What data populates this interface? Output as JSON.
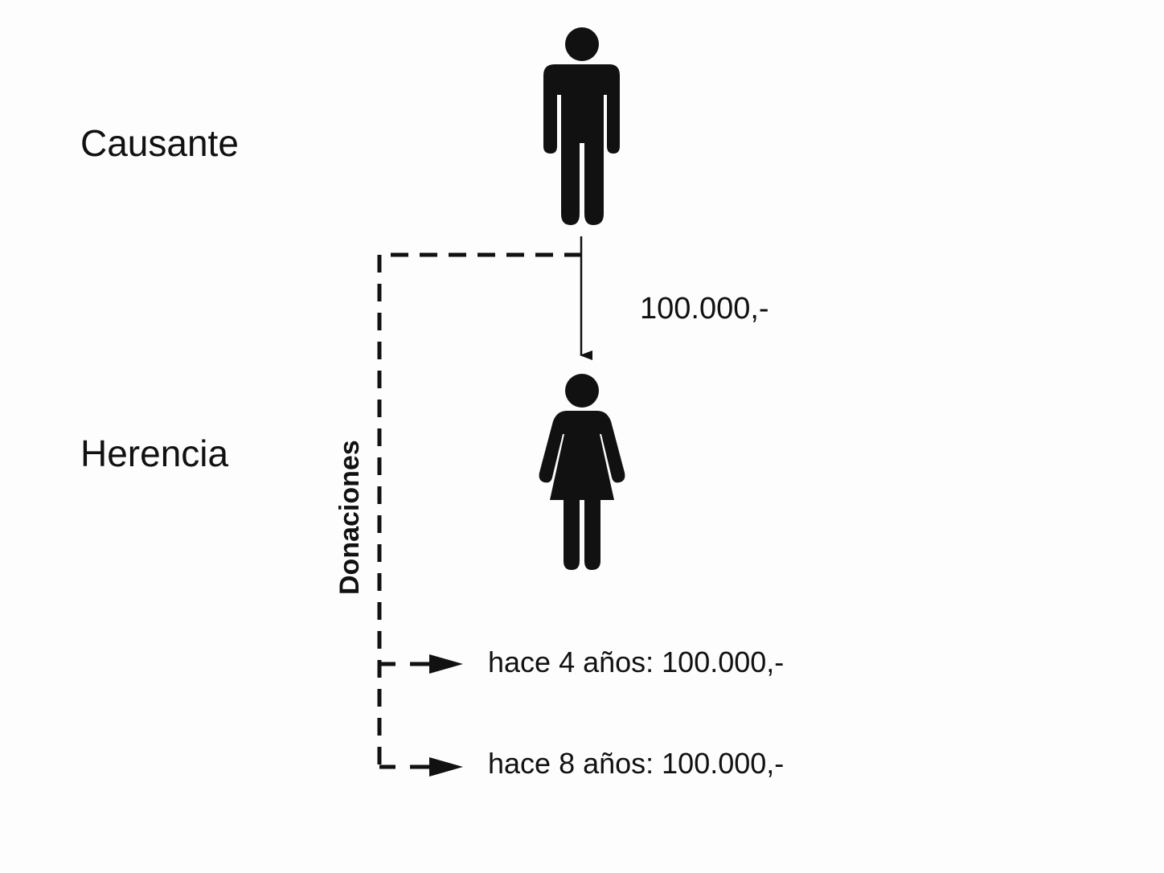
{
  "rows": {
    "causante_label": "Causante",
    "herencia_label": "Herencia"
  },
  "inheritance_amount": "100.000,-",
  "donations": {
    "axis_label": "Donaciones",
    "items": [
      {
        "text": "hace 4 años: 100.000,-"
      },
      {
        "text": "hace 8 años: 100.000,-"
      }
    ]
  },
  "icons": {
    "causante": "man-icon",
    "heir": "woman-icon"
  },
  "colors": {
    "ink": "#111111",
    "background": "#fdfdfd"
  }
}
